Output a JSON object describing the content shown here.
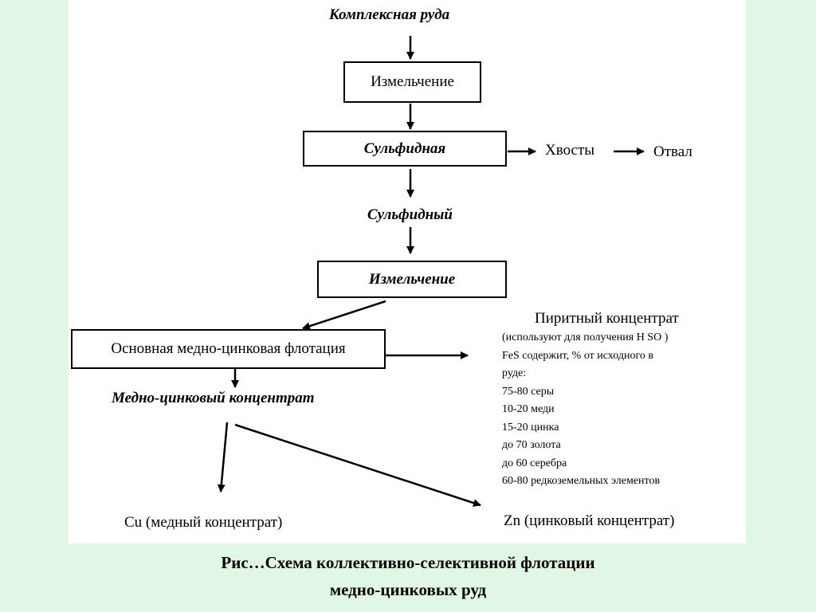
{
  "diagram": {
    "ore": "Комплексная руда",
    "grinding_1": "Измельчение",
    "sulfide_flotation": "Сульфидная",
    "tailings": "Хвосты",
    "dump": "Отвал",
    "sulfide_concentrate": "Сульфидный",
    "grinding_2": "Измельчение",
    "main_flotation": "Основная медно-цинковая флотация",
    "cu_zn_concentrate": "Медно-цинковый концентрат",
    "pyrite": {
      "title": "Пиритный концентрат",
      "lines": [
        "(используют для получения H SO )",
        "FeS содержит, % от исходного в",
        "руде:",
        "75-80 серы",
        "10-20 меди",
        "15-20 цинка",
        "до 70 золота",
        "до 60 серебра",
        "60-80 редкоземельных элементов"
      ]
    },
    "cu_concentrate": "Cu (медный концентрат)",
    "zn_concentrate": "Zn (цинковый концентрат)"
  },
  "caption": {
    "line1": "Рис…Схема коллективно-селективной флотации",
    "line2": "медно-цинковых руд"
  }
}
